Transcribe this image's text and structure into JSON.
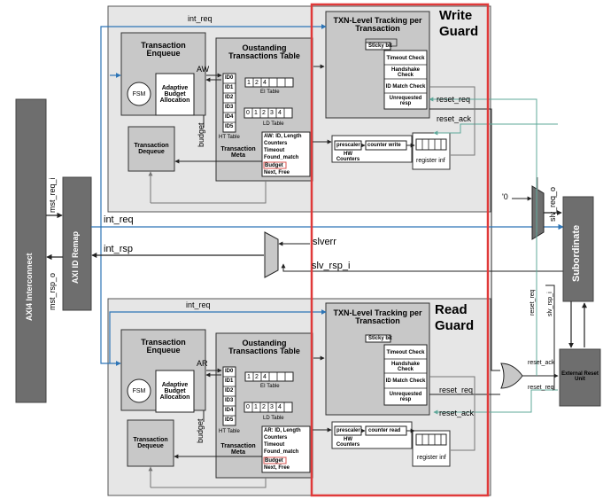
{
  "left": {
    "interconnect": "AXI4  Interconnect",
    "id_remap": "AXI ID Remap",
    "mst_req_i": "mst_req_i",
    "mst_rsp_o": "mst_rsp_o"
  },
  "middle": {
    "int_req": "int_req",
    "int_rsp": "int_rsp",
    "slverr": "slverr",
    "slv_rsp_i": "slv_rsp_i",
    "slv_req_o": "slv_req_o",
    "zero": "'0"
  },
  "right": {
    "subordinate": "Subordinate",
    "external_reset_unit": "External Reset Unit",
    "reset_req": "reset_req",
    "reset_ack": "reset_ack",
    "slv_rsp_i_vertical": "slv_rsp_i",
    "reset_req_vertical": "reset_req"
  },
  "write_guard": {
    "title": "Write Guard",
    "int_req": "int_req",
    "channel": "AW",
    "budget": "budget",
    "enqueue": "Transaction Enqueue",
    "fsm": "FSM",
    "abs": "Adaptive Budget Allocation",
    "dequeue": "Transaction Dequeue",
    "ott": "Oustanding Transactions Table",
    "ht_ids": [
      "ID0",
      "ID1",
      "ID2",
      "ID3",
      "ID4",
      "ID5"
    ],
    "ht_label": "HT Table",
    "ei_cells": [
      "1",
      "2",
      "4",
      "",
      "",
      ""
    ],
    "ei_label": "EI Table",
    "ld_cells": [
      "0",
      "1",
      "2",
      "3",
      "4",
      ""
    ],
    "ld_label": "LD Table",
    "meta": "Transaction Meta",
    "meta_fields": [
      "AW: ID, Length",
      "Counters",
      "Timeout",
      "Found_match",
      "Budget",
      "Next, Free"
    ],
    "txn_title": "TXN-Level Tracking per Transaction",
    "sticky": "Sticky bit",
    "checks": [
      "Timeout Check",
      "Handshake Check",
      "ID Match Check",
      "Unrequested resp"
    ],
    "reset_req": "reset_req",
    "reset_ack": "reset_ack",
    "prescaler": "prescaler",
    "counter": "counter write",
    "hw_counters": "HW Counters",
    "register": "register inf"
  },
  "read_guard": {
    "title": "Read Guard",
    "int_req": "int_req",
    "channel": "AR",
    "budget": "budget",
    "enqueue": "Transaction Enqueue",
    "fsm": "FSM",
    "abs": "Adaptive Budget Allocation",
    "dequeue": "Transaction Dequeue",
    "ott": "Oustanding Transactions Table",
    "ht_ids": [
      "ID0",
      "ID1",
      "ID2",
      "ID3",
      "ID4",
      "ID5"
    ],
    "ht_label": "HT Table",
    "ei_cells": [
      "1",
      "2",
      "4",
      "",
      "",
      ""
    ],
    "ei_label": "EI Table",
    "ld_cells": [
      "0",
      "1",
      "2",
      "3",
      "4",
      ""
    ],
    "ld_label": "LD Table",
    "meta": "Transaction Meta",
    "meta_fields": [
      "AR: ID, Length",
      "Counters",
      "Timeout",
      "Found_match",
      "Budget",
      "Next, Free"
    ],
    "txn_title": "TXN-Level Tracking per Transaction",
    "sticky": "Sticky bit",
    "checks": [
      "Timeout Check",
      "Handshake Check",
      "ID Match Check",
      "Unrequested resp"
    ],
    "reset_req": "reset_req",
    "reset_ack": "reset_ack",
    "prescaler": "prescaler",
    "counter": "counter read",
    "hw_counters": "HW Counters",
    "register": "register inf"
  },
  "colors": {
    "guard_fill": "#e6e6e6",
    "block_fill": "#c8c8c8",
    "dark_block": "#6e6e6e",
    "blue_wire": "#2e75b6",
    "teal_wire": "#5fa89a",
    "red_frame": "#e03a3a",
    "budget_box": "#d9534f"
  }
}
